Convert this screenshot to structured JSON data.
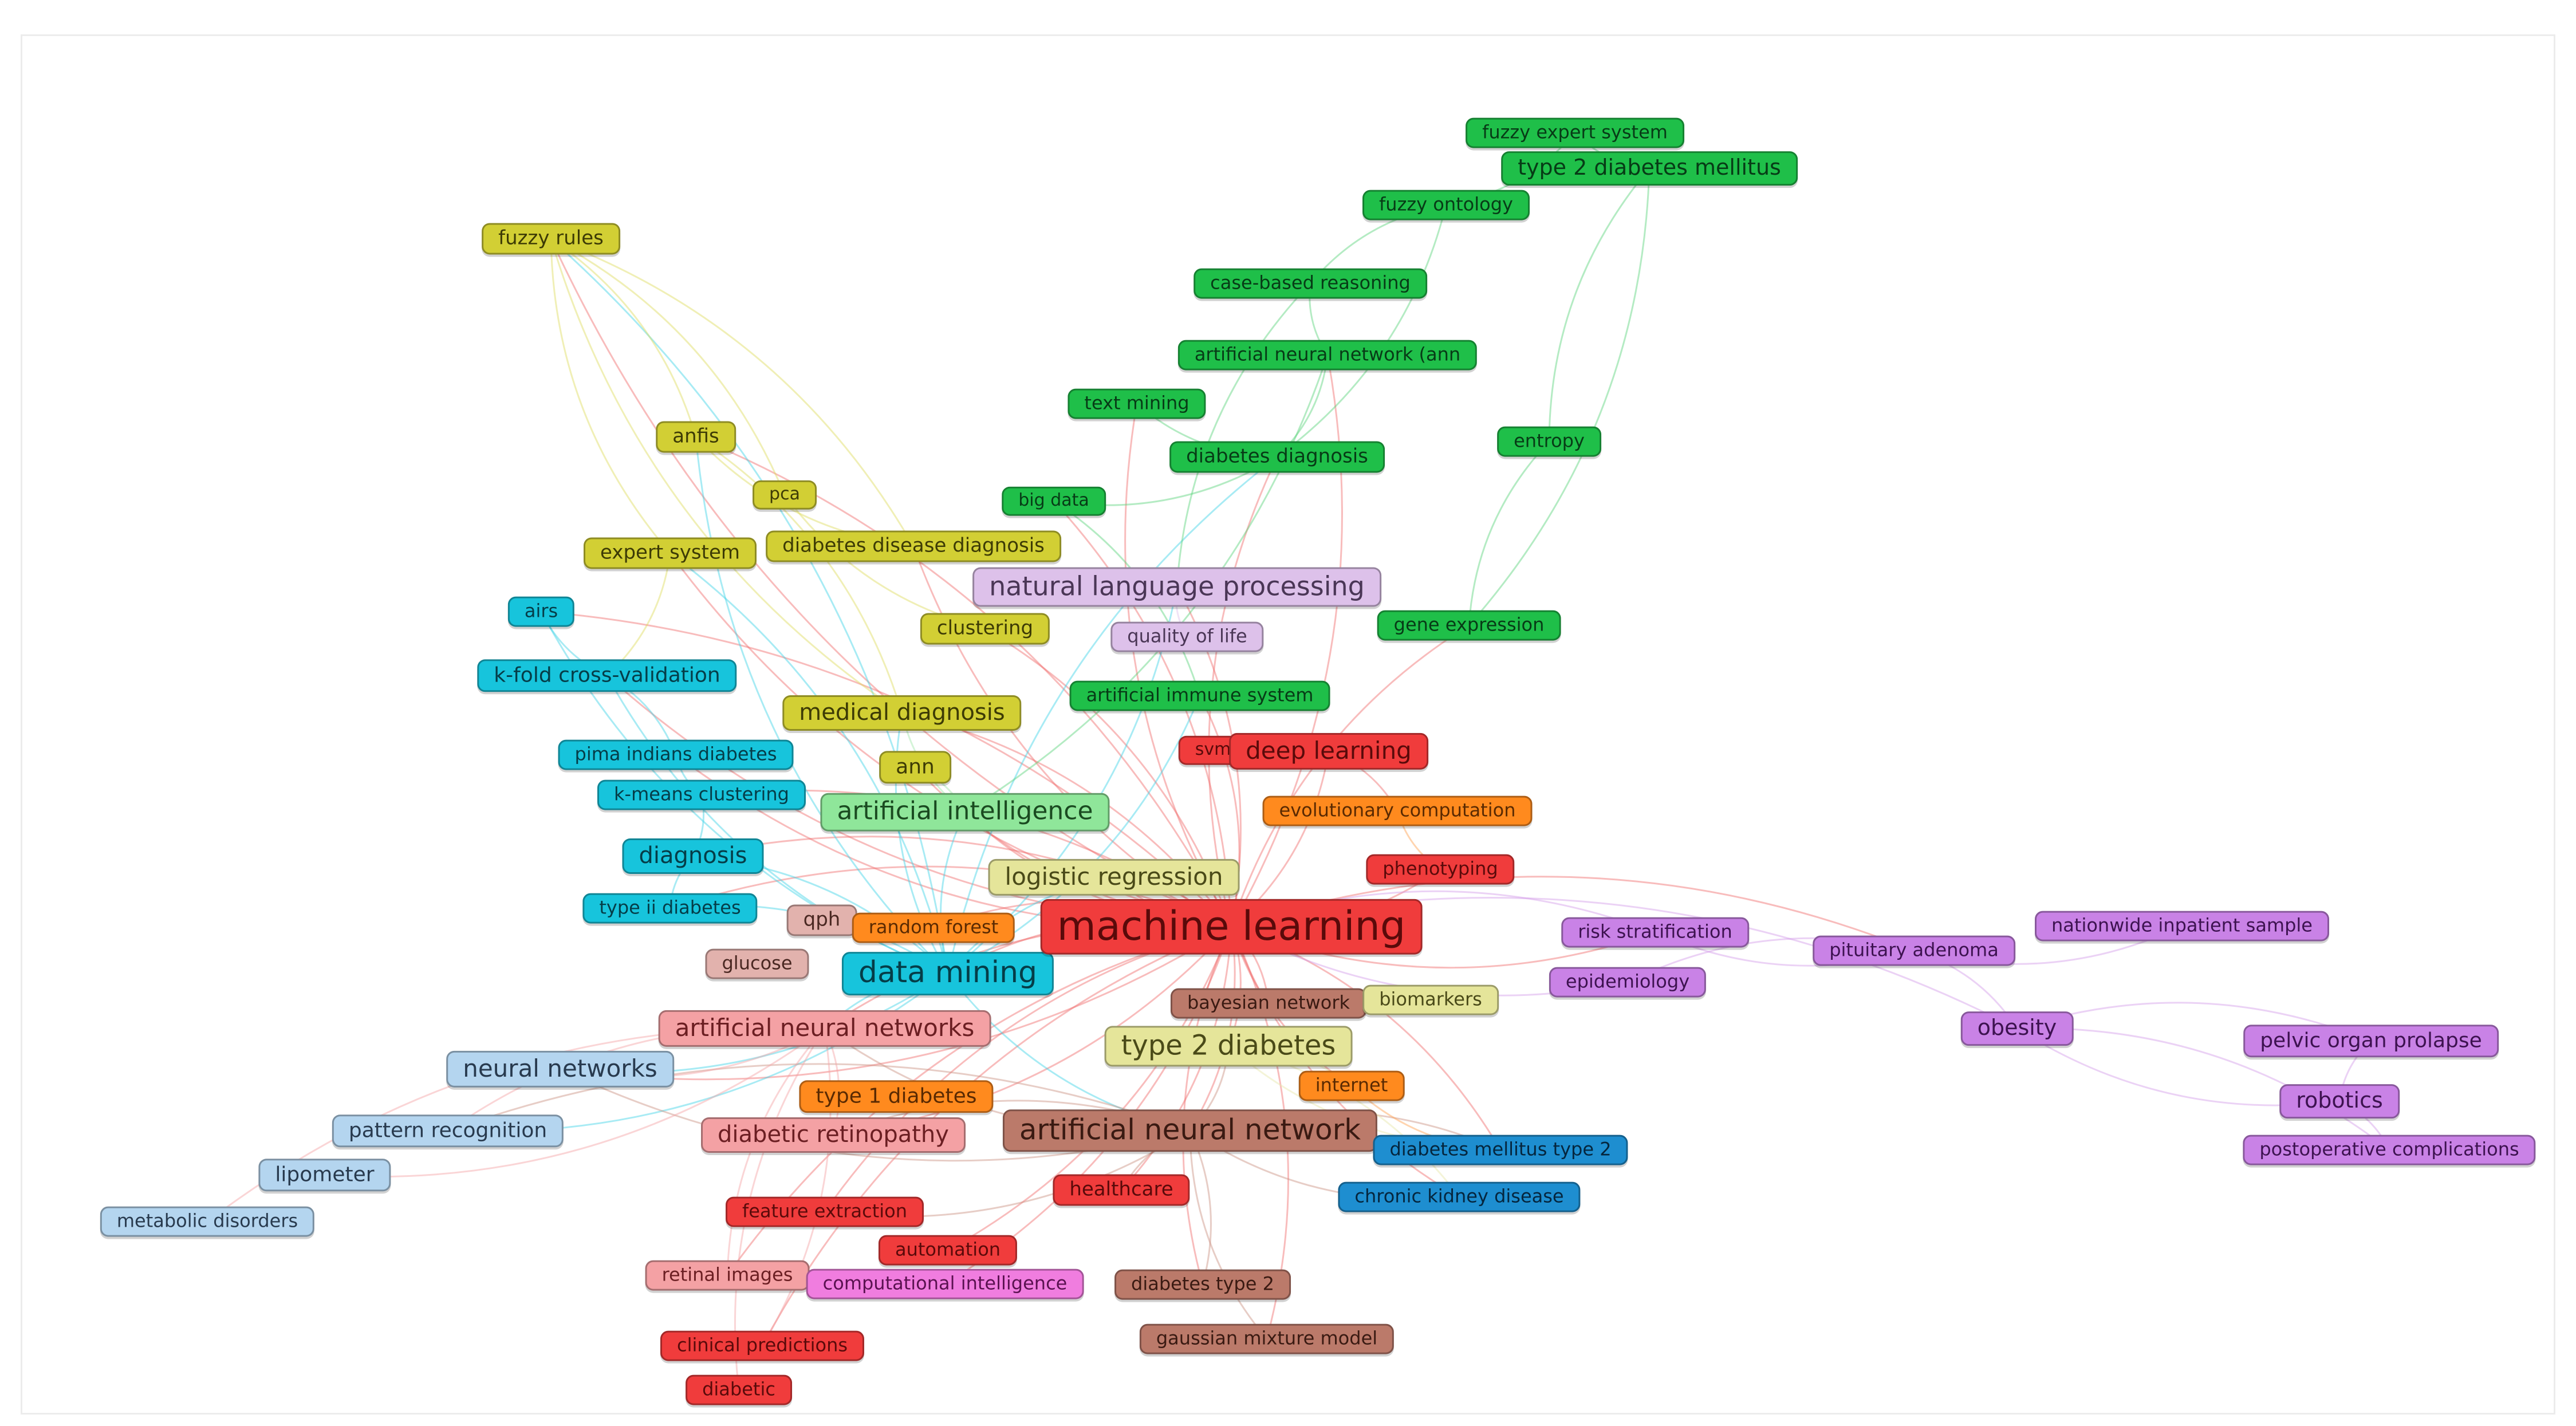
{
  "colors": {
    "red": "#f03c3c",
    "green": "#1fbf49",
    "yellow": "#d2cf34",
    "cyan": "#17c4dc",
    "lightgreen": "#8fe69a",
    "lightyellow": "#e5e59a",
    "purple": "#c982e6",
    "lightpurple": "#ddc1ea",
    "pink": "#f4a1a4",
    "orange": "#ff8a1e",
    "brown": "#bb7a6a",
    "lightblue": "#b4d5ef",
    "blue": "#1e8ed0",
    "magenta": "#f07ddf",
    "lightbrown": "#e2b2ad"
  },
  "keywords": [
    {
      "label": "fuzzy expert system",
      "cluster": "green"
    },
    {
      "label": "type 2 diabetes mellitus",
      "cluster": "green"
    },
    {
      "label": "fuzzy ontology",
      "cluster": "green"
    },
    {
      "label": "case-based reasoning",
      "cluster": "green"
    },
    {
      "label": "artificial neural network (ann",
      "cluster": "green"
    },
    {
      "label": "text mining",
      "cluster": "green"
    },
    {
      "label": "diabetes diagnosis",
      "cluster": "green"
    },
    {
      "label": "entropy",
      "cluster": "green"
    },
    {
      "label": "big data",
      "cluster": "green"
    },
    {
      "label": "gene expression",
      "cluster": "green"
    },
    {
      "label": "artificial immune system",
      "cluster": "green"
    },
    {
      "label": "fuzzy rules",
      "cluster": "yellow"
    },
    {
      "label": "anfis",
      "cluster": "yellow"
    },
    {
      "label": "pca",
      "cluster": "yellow"
    },
    {
      "label": "expert system",
      "cluster": "yellow"
    },
    {
      "label": "diabetes disease diagnosis",
      "cluster": "yellow"
    },
    {
      "label": "clustering",
      "cluster": "yellow"
    },
    {
      "label": "medical diagnosis",
      "cluster": "yellow"
    },
    {
      "label": "ann",
      "cluster": "yellow"
    },
    {
      "label": "natural language processing",
      "cluster": "lightpurple"
    },
    {
      "label": "quality of life",
      "cluster": "lightpurple"
    },
    {
      "label": "airs",
      "cluster": "cyan"
    },
    {
      "label": "k-fold cross-validation",
      "cluster": "cyan"
    },
    {
      "label": "pima indians diabetes",
      "cluster": "cyan"
    },
    {
      "label": "k-means clustering",
      "cluster": "cyan"
    },
    {
      "label": "diagnosis",
      "cluster": "cyan"
    },
    {
      "label": "type ii diabetes",
      "cluster": "cyan"
    },
    {
      "label": "data mining",
      "cluster": "cyan"
    },
    {
      "label": "artificial intelligence",
      "cluster": "lightgreen"
    },
    {
      "label": "svm",
      "cluster": "red"
    },
    {
      "label": "deep learning",
      "cluster": "red"
    },
    {
      "label": "evolutionary computation",
      "cluster": "orange"
    },
    {
      "label": "logistic regression",
      "cluster": "lightyellow"
    },
    {
      "label": "phenotyping",
      "cluster": "red"
    },
    {
      "label": "machine learning",
      "cluster": "red"
    },
    {
      "label": "qph",
      "cluster": "lightbrown"
    },
    {
      "label": "random forest",
      "cluster": "orange"
    },
    {
      "label": "glucose",
      "cluster": "lightbrown"
    },
    {
      "label": "risk stratification",
      "cluster": "purple"
    },
    {
      "label": "epidemiology",
      "cluster": "purple"
    },
    {
      "label": "pituitary adenoma",
      "cluster": "purple"
    },
    {
      "label": "nationwide inpatient sample",
      "cluster": "purple"
    },
    {
      "label": "obesity",
      "cluster": "purple"
    },
    {
      "label": "pelvic organ prolapse",
      "cluster": "purple"
    },
    {
      "label": "robotics",
      "cluster": "purple"
    },
    {
      "label": "postoperative complications",
      "cluster": "purple"
    },
    {
      "label": "bayesian network",
      "cluster": "brown"
    },
    {
      "label": "biomarkers",
      "cluster": "lightyellow"
    },
    {
      "label": "artificial neural networks",
      "cluster": "pink"
    },
    {
      "label": "type 2 diabetes",
      "cluster": "lightyellow"
    },
    {
      "label": "neural networks",
      "cluster": "lightblue"
    },
    {
      "label": "type 1 diabetes",
      "cluster": "orange"
    },
    {
      "label": "internet",
      "cluster": "orange"
    },
    {
      "label": "pattern recognition",
      "cluster": "lightblue"
    },
    {
      "label": "diabetic retinopathy",
      "cluster": "pink"
    },
    {
      "label": "artificial neural network",
      "cluster": "brown"
    },
    {
      "label": "diabetes mellitus type 2",
      "cluster": "blue"
    },
    {
      "label": "lipometer",
      "cluster": "lightblue"
    },
    {
      "label": "metabolic disorders",
      "cluster": "lightblue"
    },
    {
      "label": "healthcare",
      "cluster": "red"
    },
    {
      "label": "chronic kidney disease",
      "cluster": "blue"
    },
    {
      "label": "feature extraction",
      "cluster": "red"
    },
    {
      "label": "automation",
      "cluster": "red"
    },
    {
      "label": "retinal images",
      "cluster": "pink"
    },
    {
      "label": "computational intelligence",
      "cluster": "magenta"
    },
    {
      "label": "diabetes type 2",
      "cluster": "brown"
    },
    {
      "label": "gaussian mixture model",
      "cluster": "brown"
    },
    {
      "label": "clinical predictions",
      "cluster": "red"
    },
    {
      "label": "diabetic",
      "cluster": "red"
    }
  ]
}
